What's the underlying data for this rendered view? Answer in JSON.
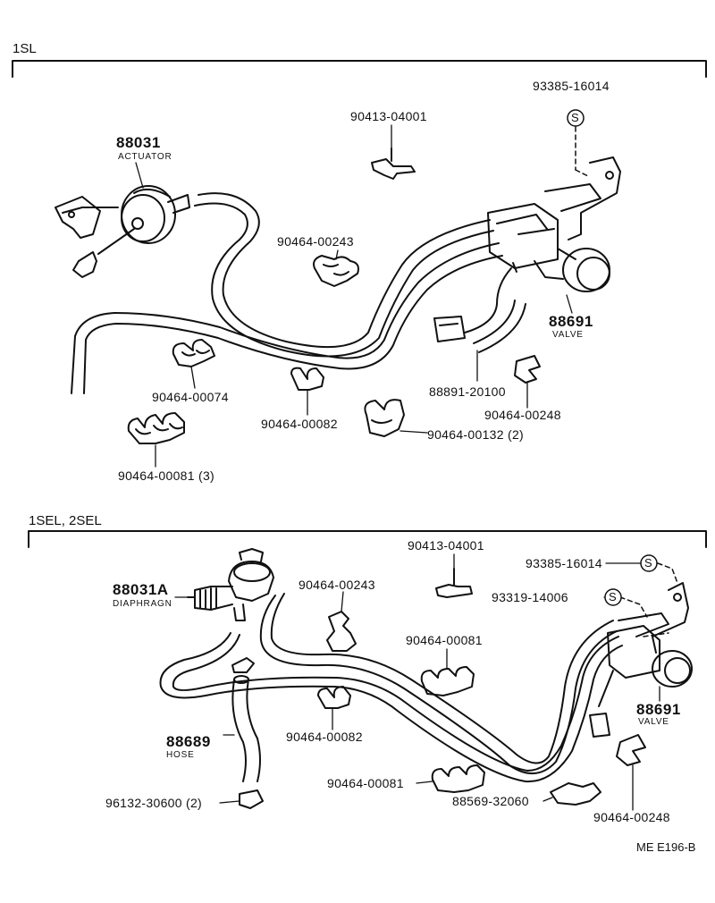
{
  "sections": [
    {
      "title": "1SL",
      "parts": [
        {
          "id": "88031",
          "name": "ACTUATOR"
        },
        {
          "id": "90413-04001"
        },
        {
          "id": "93385-16014"
        },
        {
          "id": "90464-00243"
        },
        {
          "id": "88691",
          "name": "VALVE"
        },
        {
          "id": "90464-00074"
        },
        {
          "id": "90464-00082"
        },
        {
          "id": "88891-20100"
        },
        {
          "id": "90464-00248"
        },
        {
          "id": "90464-00132 (2)"
        },
        {
          "id": "90464-00081 (3)"
        }
      ]
    },
    {
      "title": "1SEL, 2SEL",
      "parts": [
        {
          "id": "90413-04001"
        },
        {
          "id": "93385-16014"
        },
        {
          "id": "88031A",
          "name": "DIAPHRAGN"
        },
        {
          "id": "90464-00243"
        },
        {
          "id": "93319-14006"
        },
        {
          "id": "90464-00081"
        },
        {
          "id": "88691",
          "name": "VALVE"
        },
        {
          "id": "90464-00082"
        },
        {
          "id": "88689",
          "name": "HOSE"
        },
        {
          "id": "90464-00081"
        },
        {
          "id": "88569-32060"
        },
        {
          "id": "96132-30600 (2)"
        },
        {
          "id": "90464-00248"
        }
      ]
    }
  ],
  "reference_code": "ME E196-B",
  "s_marker": "S"
}
